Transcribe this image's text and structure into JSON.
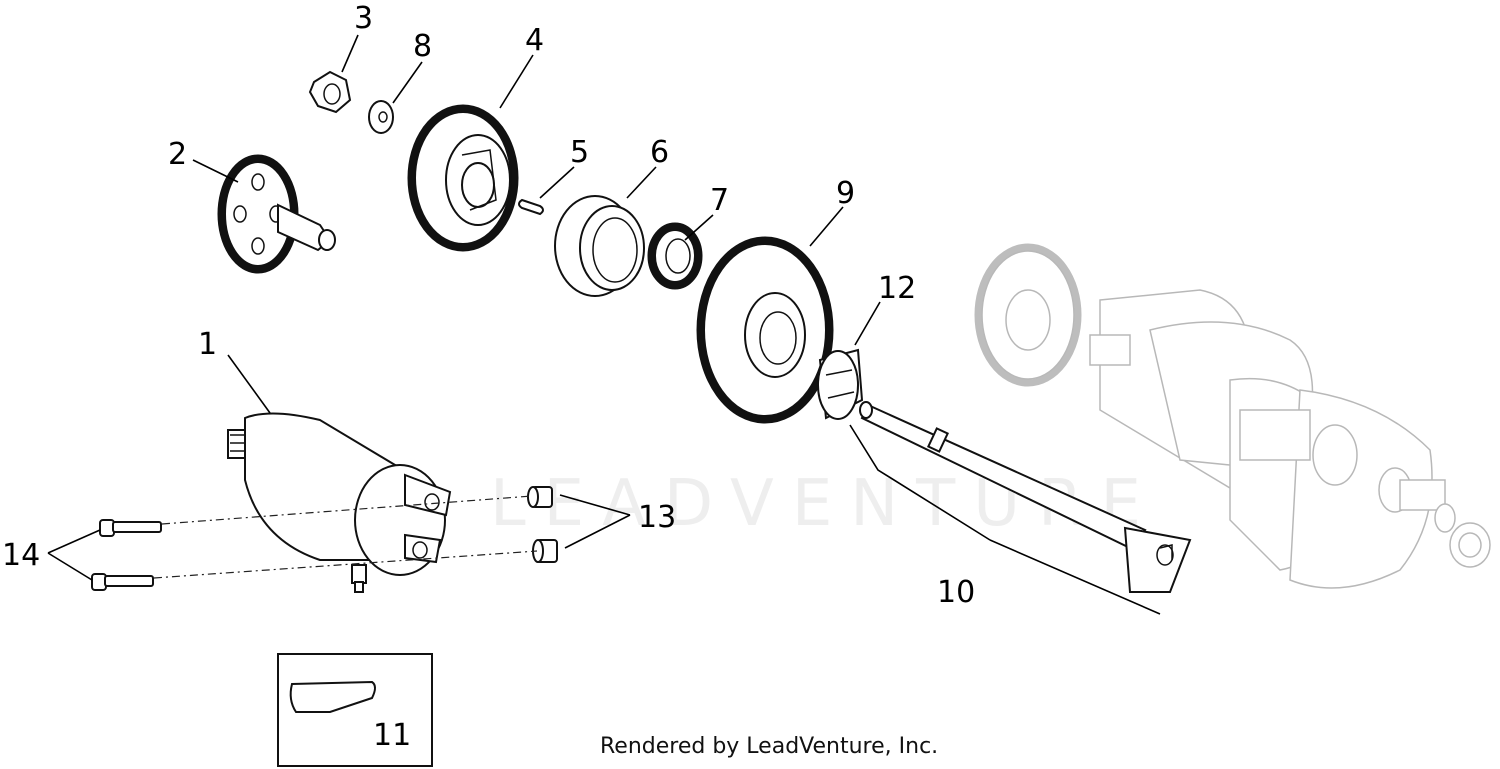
{
  "watermark": "LEADVENTURE",
  "credit": "Rendered by LeadVenture, Inc.",
  "callouts": {
    "c1": "1",
    "c2": "2",
    "c3": "3",
    "c4": "4",
    "c5": "5",
    "c6": "6",
    "c7": "7",
    "c8": "8",
    "c9": "9",
    "c10": "10",
    "c11": "11",
    "c12": "12",
    "c13": "13",
    "c14": "14"
  }
}
